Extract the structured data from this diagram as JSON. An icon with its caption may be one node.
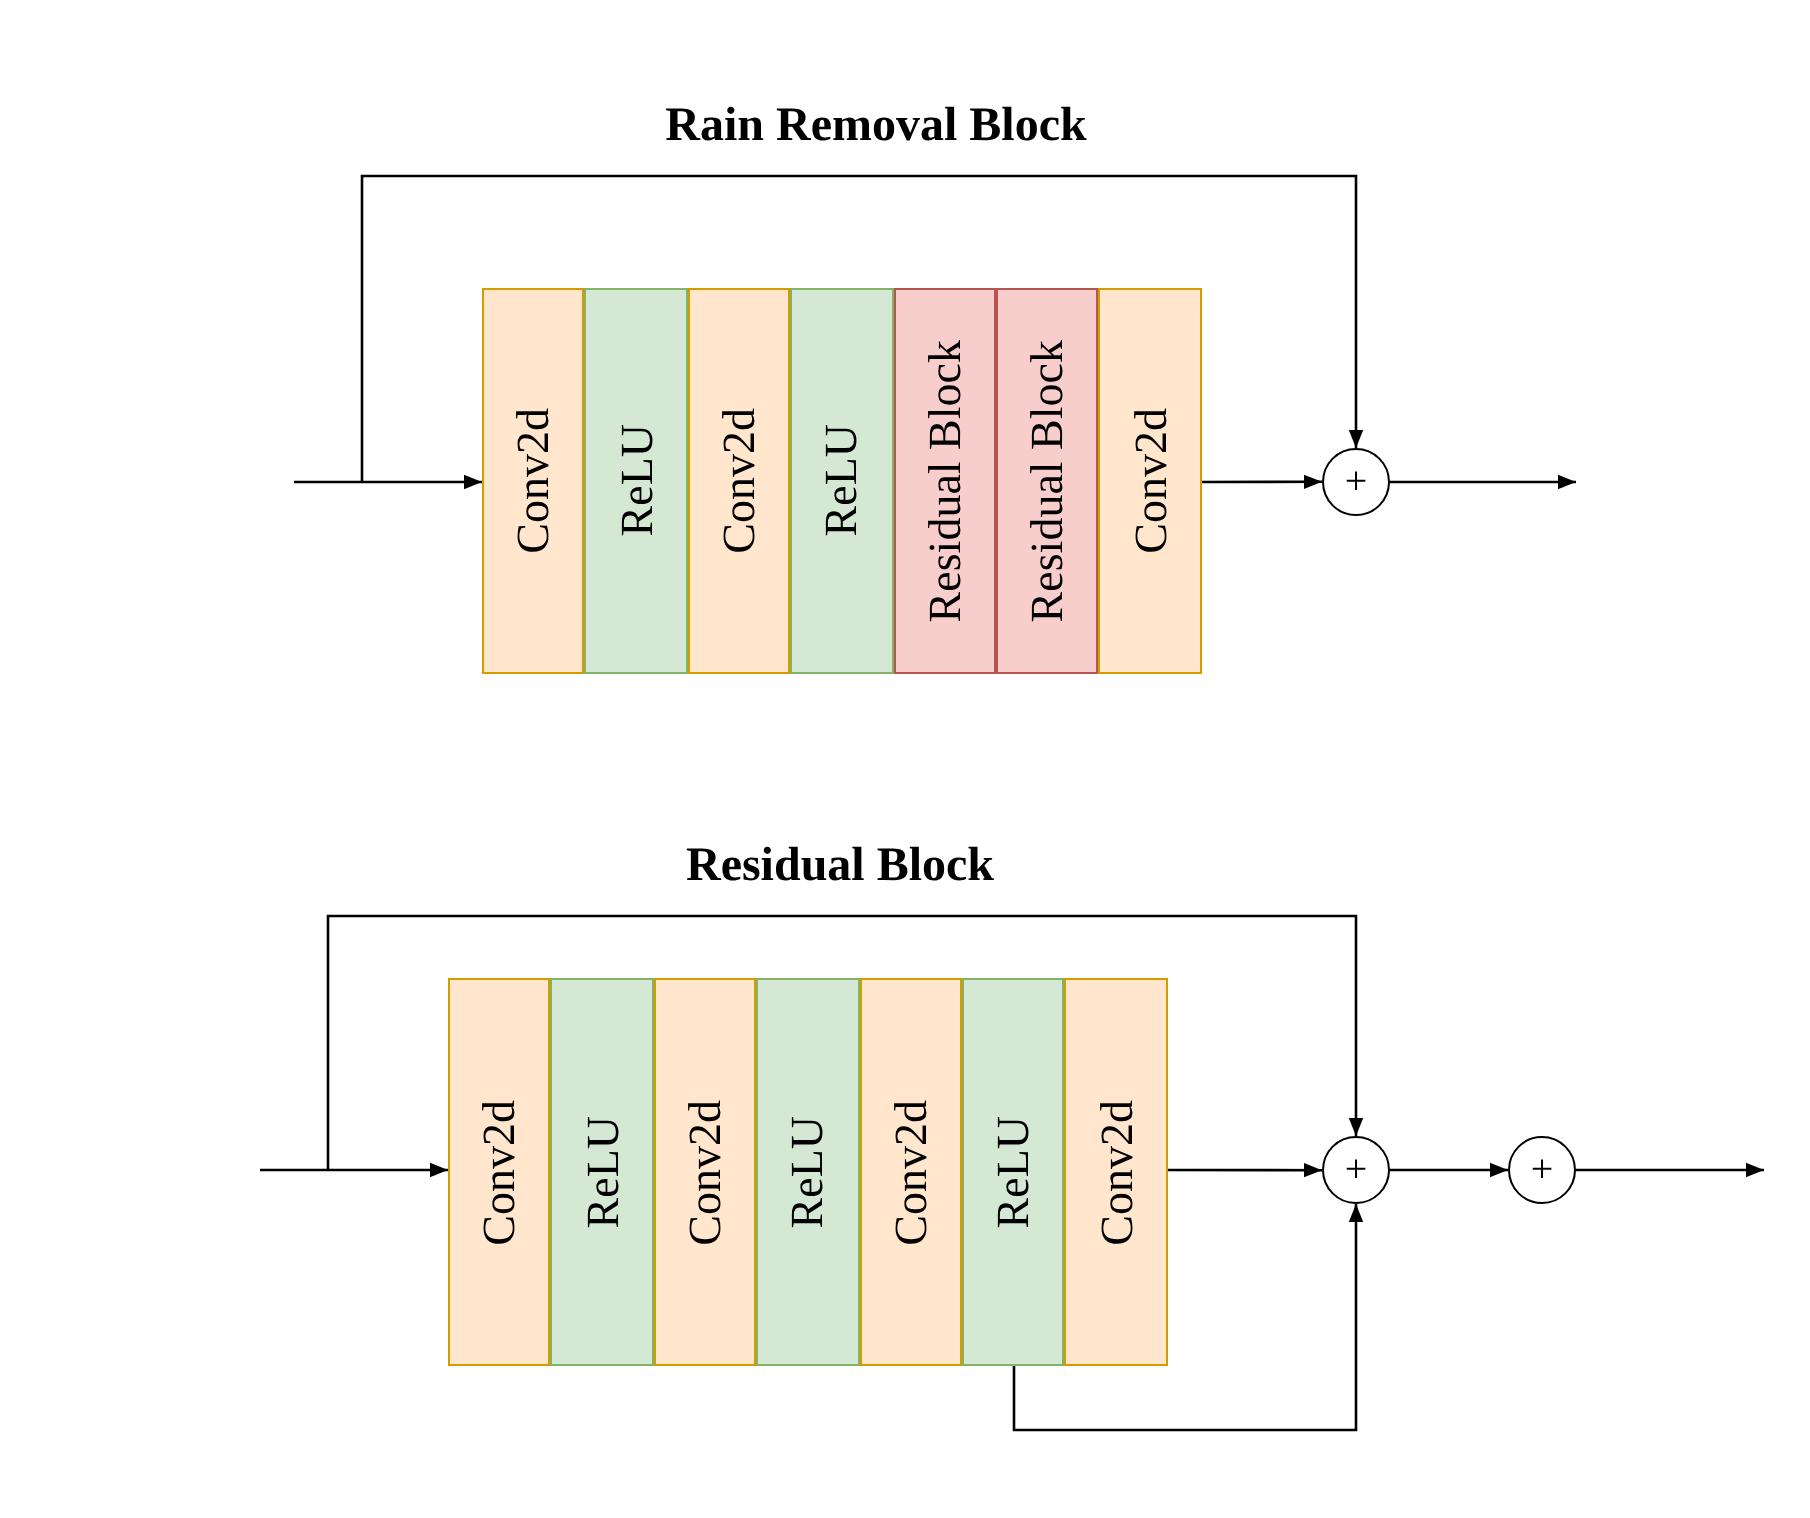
{
  "diagram": {
    "nodes": [
      {
        "text": [
          "Conv2d"
        ]
      },
      {
        "text": [
          "ReLU"
        ]
      },
      {
        "text": [
          "Conv2d"
        ]
      },
      {
        "text": [
          "ReLU"
        ]
      },
      {
        "text": [
          "Residual Block"
        ]
      },
      {
        "text": [
          "Residual Block"
        ]
      },
      {
        "text": [
          "Conv2d"
        ]
      },
      {
        "text": [
          "+"
        ]
      },
      {
        "text": [
          "Conv2d"
        ]
      },
      {
        "text": [
          "ReLU"
        ]
      },
      {
        "text": [
          "Conv2d"
        ]
      },
      {
        "text": [
          "ReLU"
        ]
      },
      {
        "text": [
          "Conv2d"
        ]
      },
      {
        "text": [
          "ReLU"
        ]
      },
      {
        "text": [
          "Conv2d"
        ]
      },
      {
        "text": [
          "+"
        ]
      },
      {
        "text": [
          "+"
        ]
      }
    ],
    "edges": [
      {
        "from": null,
        "to": 0,
        "arrow": "to"
      },
      {
        "from": null,
        "to": 7,
        "arrow": "to"
      },
      {
        "from": 6,
        "to": 7,
        "arrow": "to"
      },
      {
        "from": 7,
        "to": null,
        "arrow": "to"
      },
      {
        "from": null,
        "to": 8,
        "arrow": "to"
      },
      {
        "from": null,
        "to": 15,
        "arrow": "to"
      },
      {
        "from": 14,
        "to": 15,
        "arrow": "to"
      },
      {
        "from": 13,
        "to": 15,
        "arrow": "to"
      },
      {
        "from": 15,
        "to": 16,
        "arrow": "to"
      },
      {
        "from": 16,
        "to": null,
        "arrow": "to"
      }
    ],
    "labels": [
      "Rain Removal Block",
      "Residual Block"
    ]
  }
}
